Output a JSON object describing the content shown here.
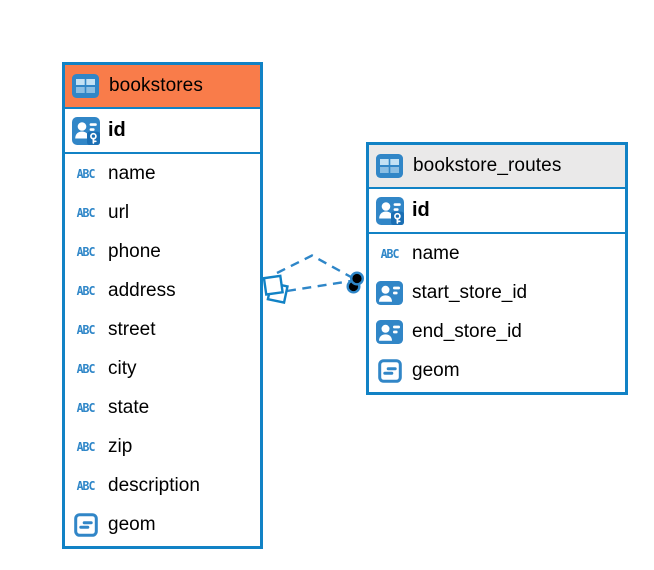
{
  "diagram": {
    "kind": "entity-relationship",
    "colors": {
      "canvas_background": "#FFFFFF",
      "table_border": "#1182C5",
      "icon_blue": "#3186C7",
      "relation_line": "#2E86C8",
      "relation_dot": "#000000",
      "text": "#000000",
      "bookstores_header": "#F97C4A",
      "bookstore_routes_header": "#EAE9E9"
    },
    "type_icon_labels": {
      "text": "ABC"
    },
    "tables": [
      {
        "title": "bookstores",
        "header_color": "#F97C4A",
        "columns": [
          {
            "name": "id",
            "type_icon": "person-key-icon",
            "primary": true
          },
          {
            "name": "name",
            "type_icon": "text-type-icon"
          },
          {
            "name": "url",
            "type_icon": "text-type-icon"
          },
          {
            "name": "phone",
            "type_icon": "text-type-icon"
          },
          {
            "name": "address",
            "type_icon": "text-type-icon"
          },
          {
            "name": "street",
            "type_icon": "text-type-icon"
          },
          {
            "name": "city",
            "type_icon": "text-type-icon"
          },
          {
            "name": "state",
            "type_icon": "text-type-icon"
          },
          {
            "name": "zip",
            "type_icon": "text-type-icon"
          },
          {
            "name": "description",
            "type_icon": "text-type-icon"
          },
          {
            "name": "geom",
            "type_icon": "geometry-type-icon"
          }
        ]
      },
      {
        "title": "bookstore_routes",
        "header_color": "#EAE9E9",
        "columns": [
          {
            "name": "id",
            "type_icon": "person-key-icon",
            "primary": true
          },
          {
            "name": "name",
            "type_icon": "text-type-icon"
          },
          {
            "name": "start_store_id",
            "type_icon": "person-reference-icon"
          },
          {
            "name": "end_store_id",
            "type_icon": "person-reference-icon"
          },
          {
            "name": "geom",
            "type_icon": "geometry-type-icon"
          }
        ]
      }
    ],
    "relations": [
      {
        "from_table": "bookstores",
        "to_table": "bookstore_routes",
        "to_column": "end_store_id",
        "style": "dashed"
      },
      {
        "from_table": "bookstores",
        "to_table": "bookstore_routes",
        "to_column": "start_store_id",
        "style": "dashed"
      }
    ]
  }
}
